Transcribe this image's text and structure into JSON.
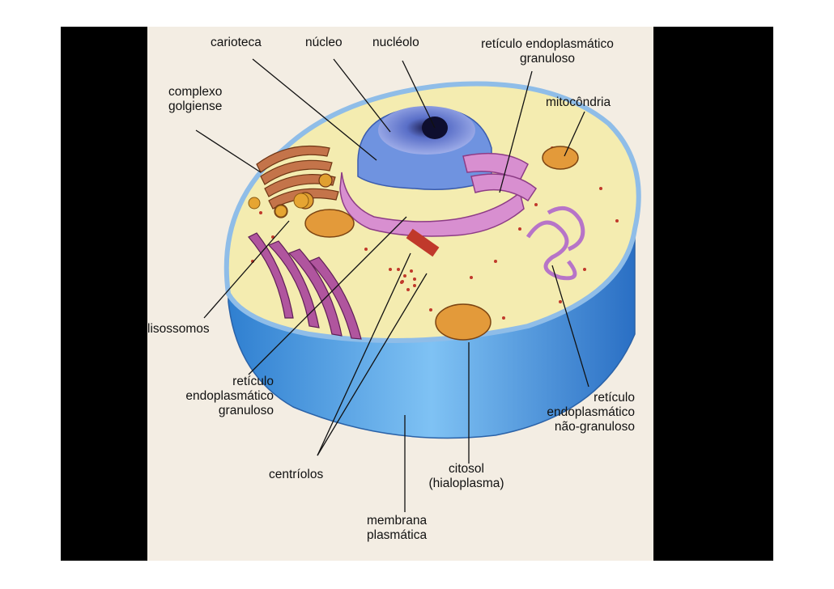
{
  "labels": {
    "carioteca": "carioteca",
    "nucleo": "núcleo",
    "nucleolo": "nucléolo",
    "reg_top_line1": "retículo endoplasmático",
    "reg_top_line2": "granuloso",
    "golgi_line1": "complexo",
    "golgi_line2": "golgiense",
    "mitocondria": "mitocôndria",
    "lisossomos": "lisossomos",
    "reg_left_line1": "retículo",
    "reg_left_line2": "endoplasmático",
    "reg_left_line3": "granuloso",
    "ren_line1": "retículo",
    "ren_line2": "endoplasmático",
    "ren_line3": "não-granuloso",
    "citosol_line1": "citosol",
    "citosol_line2": "(hialoplasma)",
    "centriolos": "centríolos",
    "membrana_line1": "membrana",
    "membrana_line2": "plasmática"
  },
  "colors": {
    "membrane": "#4a9be0",
    "cytosol": "#f4ecb0",
    "nucleus": "#5a7fd0",
    "er": "#c35fb4",
    "golgi": "#a85a2c",
    "mitochondria": "#d98c2e"
  }
}
